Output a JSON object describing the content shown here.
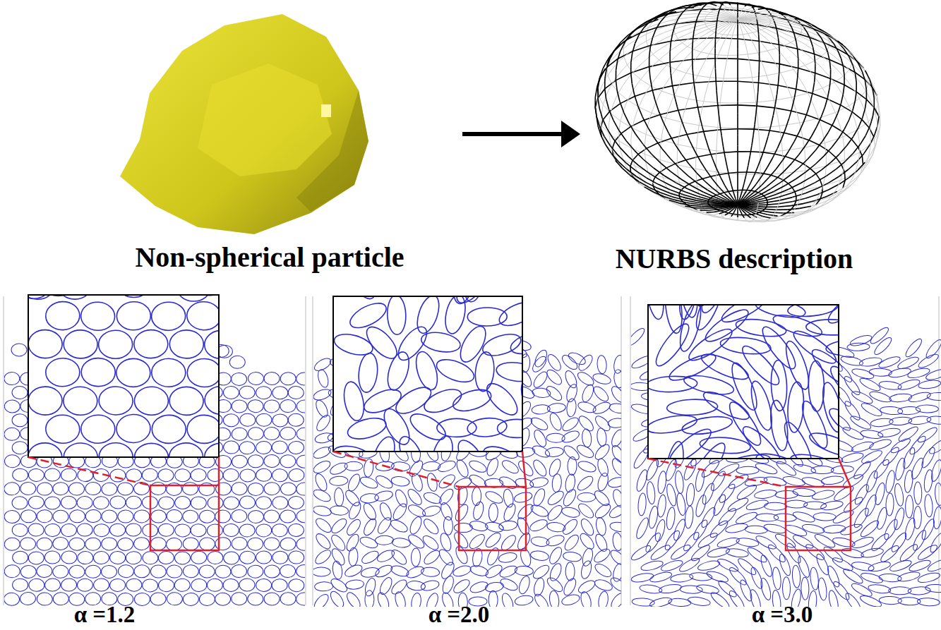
{
  "diagram": {
    "labels": [
      "Non-spherical particle",
      "NURBS description",
      "α =1.2",
      "α =2.0",
      "α =3.0"
    ]
  }
}
